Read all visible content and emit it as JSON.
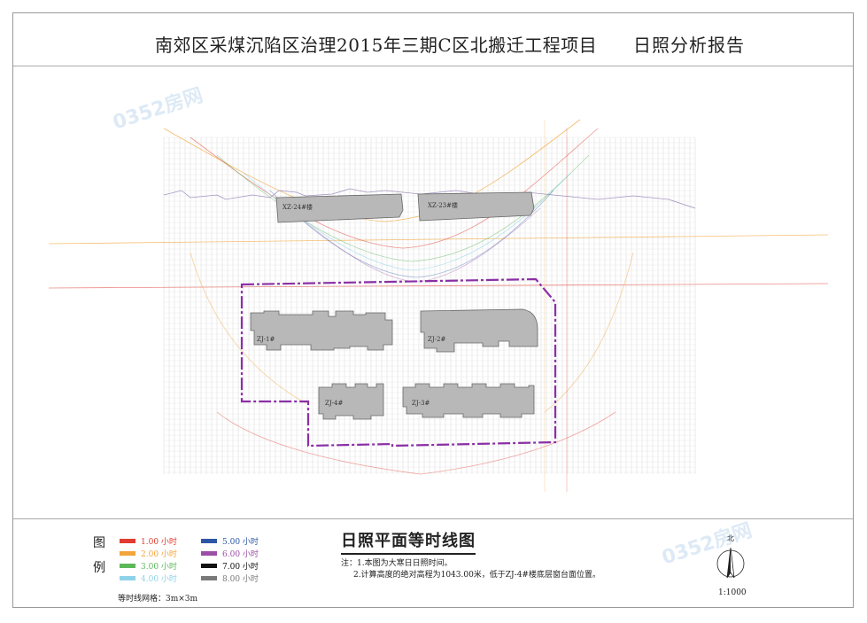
{
  "title_bar": {
    "main": "南郊区采煤沉陷区治理2015年三期C区北搬迁工程项目",
    "sub": "日照分析报告"
  },
  "diagram_title": "日照平面等时线图",
  "legend": {
    "head_a": "图",
    "head_b": "例",
    "items": [
      {
        "label": "1.00 小时",
        "color": "#e03c31"
      },
      {
        "label": "2.00 小时",
        "color": "#f2a53a"
      },
      {
        "label": "3.00 小时",
        "color": "#5db85b"
      },
      {
        "label": "4.00 小时",
        "color": "#8fd3e8"
      },
      {
        "label": "5.00 小时",
        "color": "#2d57a6"
      },
      {
        "label": "6.00 小时",
        "color": "#9b4fa6"
      },
      {
        "label": "7.00 小时",
        "color": "#111111"
      },
      {
        "label": "8.00 小时",
        "color": "#7a7a7a"
      }
    ],
    "grid_note": "等时线网格：3m×3m"
  },
  "notes": {
    "line1": "注：1.本图为大寒日日照时间。",
    "line2": "2.计算高度的绝对高程为1043.00米，低于ZJ-4#楼底层窗台面位置。"
  },
  "north_label": "北",
  "scale": "1:1000",
  "watermark": "0352房网",
  "buildings": [
    {
      "name": "XZ-24#楼"
    },
    {
      "name": "XZ-23#楼"
    },
    {
      "name": "ZJ-1#"
    },
    {
      "name": "ZJ-2#"
    },
    {
      "name": "ZJ-3#"
    },
    {
      "name": "ZJ-4#"
    }
  ]
}
